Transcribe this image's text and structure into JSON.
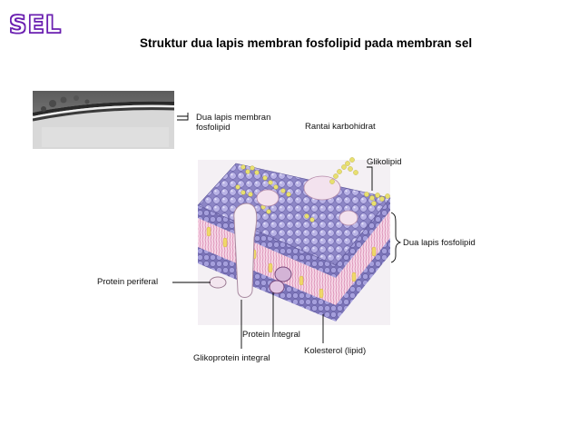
{
  "header": {
    "logo_text": "SEL",
    "title": "Struktur dua lapis membran fosfolipid pada membran sel"
  },
  "labels": {
    "bilayer_micrograph_line1": "Dua lapis membran",
    "bilayer_micrograph_line2": "fosfolipid",
    "carbohydrate_chain": "Rantai karbohidrat",
    "glycolipid": "Glikolipid",
    "phospholipid_bilayer": "Dua lapis fosfolipid",
    "peripheral_protein": "Protein periferal",
    "integral_protein": "Protein integral",
    "cholesterol": "Kolesterol (lipid)",
    "integral_glycoprotein": "Glikoprotein integral"
  },
  "colors": {
    "logo": "#6a1fb0",
    "head_group": "#a8a2d8",
    "tail_region": "#f1c6dc",
    "cholesterol": "#f0d86a",
    "carbohydrate": "#e8e070",
    "protein": "#e6d3e6"
  }
}
